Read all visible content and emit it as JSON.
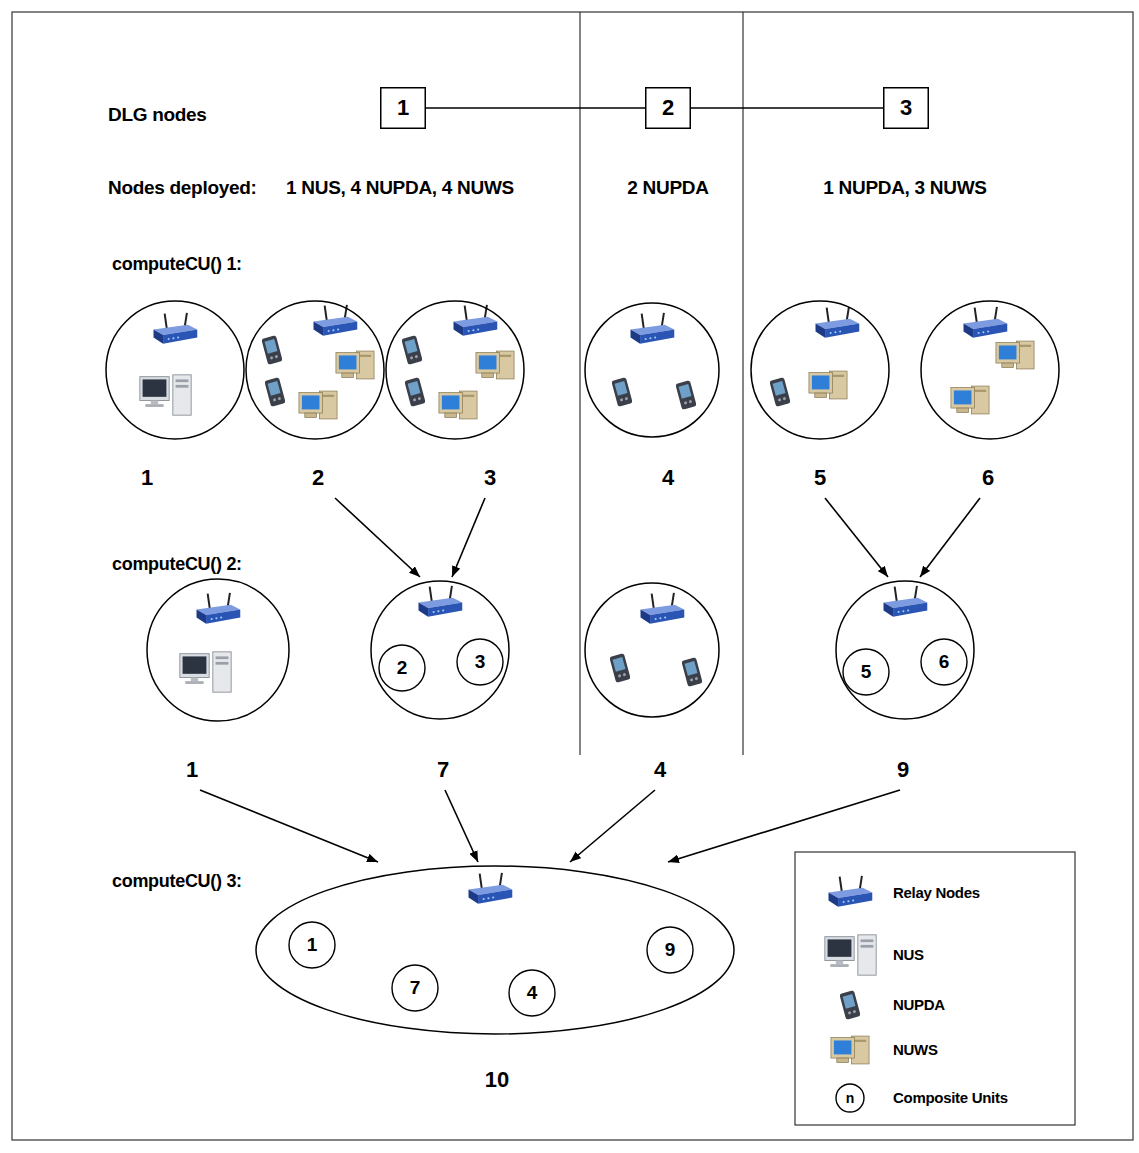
{
  "diagram": {
    "nodes": [
      {
        "text": [
          "1"
        ]
      },
      {
        "text": [
          "2"
        ]
      },
      {
        "text": [
          "3"
        ]
      },
      {
        "text": [
          "1"
        ]
      },
      {
        "text": [
          "2"
        ]
      },
      {
        "text": [
          "3"
        ]
      },
      {
        "text": [
          "4"
        ]
      },
      {
        "text": [
          "5"
        ]
      },
      {
        "text": [
          "6"
        ]
      },
      {
        "text": [
          "1"
        ]
      },
      {
        "text": [
          "7"
        ]
      },
      {
        "text": [
          "2"
        ],
        "in": 10
      },
      {
        "text": [
          "3"
        ],
        "in": 10
      },
      {
        "text": [
          "4"
        ]
      },
      {
        "text": [
          "9"
        ]
      },
      {
        "text": [
          "5"
        ],
        "in": 14
      },
      {
        "text": [
          "6"
        ],
        "in": 14
      },
      {
        "text": [
          "10"
        ]
      },
      {
        "text": [
          "1"
        ],
        "in": 17
      },
      {
        "text": [
          "7"
        ],
        "in": 17
      },
      {
        "text": [
          "4"
        ],
        "in": 17
      },
      {
        "text": [
          "9"
        ],
        "in": 17
      }
    ],
    "edges": [
      {
        "from": 0,
        "to": 1,
        "arrow": "none"
      },
      {
        "from": 1,
        "to": 2,
        "arrow": "none"
      },
      {
        "from": 4,
        "to": 10,
        "arrow": "to"
      },
      {
        "from": 5,
        "to": 10,
        "arrow": "to"
      },
      {
        "from": 7,
        "to": 14,
        "arrow": "to"
      },
      {
        "from": 8,
        "to": 14,
        "arrow": "to"
      },
      {
        "from": 9,
        "to": 17,
        "arrow": "to"
      },
      {
        "from": 10,
        "to": 17,
        "arrow": "to"
      },
      {
        "from": 13,
        "to": 17,
        "arrow": "to"
      },
      {
        "from": 14,
        "to": 17,
        "arrow": "to"
      }
    ],
    "labels": [
      "DLG nodes",
      "Nodes deployed:",
      "1 NUS, 4 NUPDA, 4 NUWS",
      "2 NUPDA",
      "1 NUPDA, 3 NUWS",
      "computeCU() 1:",
      "computeCU() 2:",
      "computeCU() 3:",
      "n"
    ],
    "legend": [
      {
        "text": "Relay Nodes"
      },
      {
        "text": "NUS"
      },
      {
        "text": "NUPDA"
      },
      {
        "text": "NUWS"
      },
      {
        "text": "Composite Units"
      }
    ]
  }
}
